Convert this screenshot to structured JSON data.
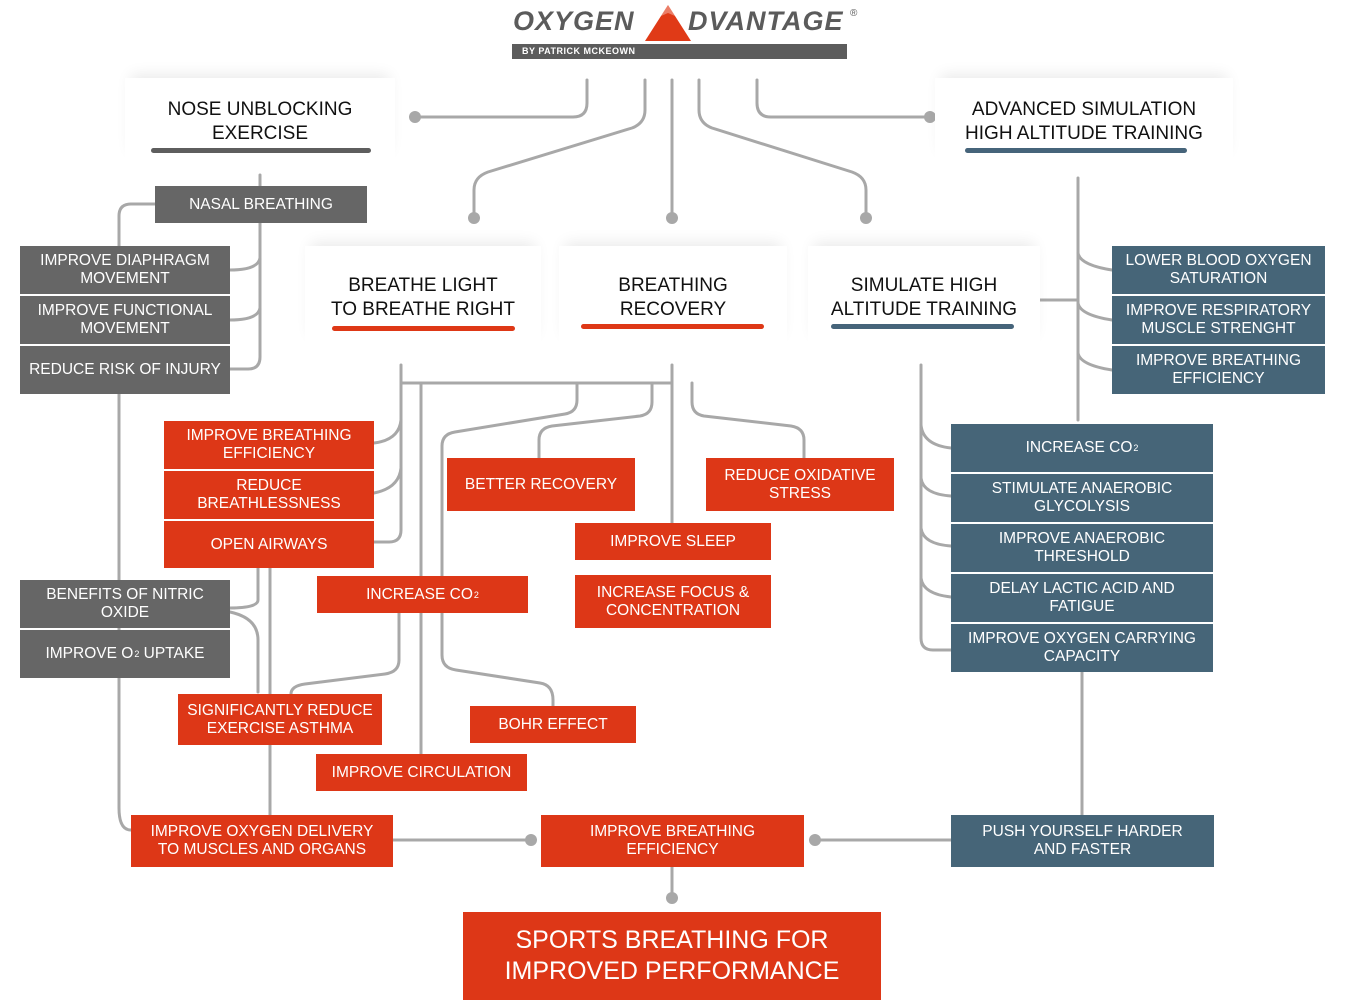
{
  "logo": {
    "left": "OXYGEN",
    "right": "DVANTAGE",
    "registered": "®",
    "byline": "BY PATRICK MCKEOWN",
    "mark_color": "#e03a17"
  },
  "colors": {
    "gray": "#666666",
    "red": "#dd3717",
    "blue": "#466578",
    "connector": "#a8a8a8"
  },
  "headers": {
    "nose_unblocking": "NOSE UNBLOCKING\nEXERCISE",
    "advanced_simulation": "ADVANCED SIMULATION\nHIGH ALTITUDE TRAINING",
    "breathe_light": "BREATHE LIGHT\nTO BREATHE RIGHT",
    "breathing_recovery": "BREATHING\nRECOVERY",
    "simulate_high": "SIMULATE HIGH\nALTITUDE TRAINING"
  },
  "nose_branch": {
    "nasal_breathing": "NASAL BREATHING",
    "items": [
      "IMPROVE  DIAPHRAGM\nMOVEMENT",
      "IMPROVE FUNCTIONAL\nMOVEMENT",
      "REDUCE RISK OF INJURY"
    ],
    "nitric_oxide": "BENEFITS OF NITRIC\nOXIDE",
    "o2_uptake_prefix": "IMPROVE O",
    "o2_uptake_sub": "2",
    "o2_uptake_suffix": " UPTAKE"
  },
  "breathe_light_branch": {
    "items": [
      "IMPROVE BREATHING\nEFFICIENCY",
      "REDUCE\nBREATHLESSNESS",
      "OPEN AIRWAYS"
    ],
    "increase_co2_prefix": "INCREASE CO",
    "increase_co2_sub": "2",
    "asthma": "SIGNIFICANTLY REDUCE\nEXERCISE ASTHMA",
    "circulation": "IMPROVE CIRCULATION",
    "bohr": "BOHR EFFECT"
  },
  "recovery_branch": {
    "better_recovery": "BETTER RECOVERY",
    "oxidative": "REDUCE OXIDATIVE\nSTRESS",
    "sleep": "IMPROVE SLEEP",
    "focus": "INCREASE FOCUS &\nCONCENTRATION"
  },
  "advanced_branch": {
    "items": [
      "LOWER BLOOD OXYGEN\nSATURATION",
      "IMPROVE RESPIRATORY\nMUSCLE STRENGHT",
      "IMPROVE BREATHING\nEFFICIENCY"
    ]
  },
  "simulate_branch": {
    "increase_co2_prefix": "INCREASE CO",
    "increase_co2_sub": "2",
    "items": [
      "STIMULATE ANAEROBIC\nGLYCOLYSIS",
      "IMPROVE ANAEROBIC\nTHRESHOLD",
      "DELAY LACTIC ACID AND\nFATIGUE",
      "IMPROVE OXYGEN CARRYING\nCAPACITY"
    ]
  },
  "bottom": {
    "oxygen_delivery": "IMPROVE OXYGEN DELIVERY\nTO MUSCLES AND ORGANS",
    "breathing_efficiency": "IMPROVE BREATHING\nEFFICIENCY",
    "push_harder": "PUSH YOURSELF HARDER\nAND FASTER",
    "final": "SPORTS BREATHING FOR\nIMPROVED PERFORMANCE"
  }
}
